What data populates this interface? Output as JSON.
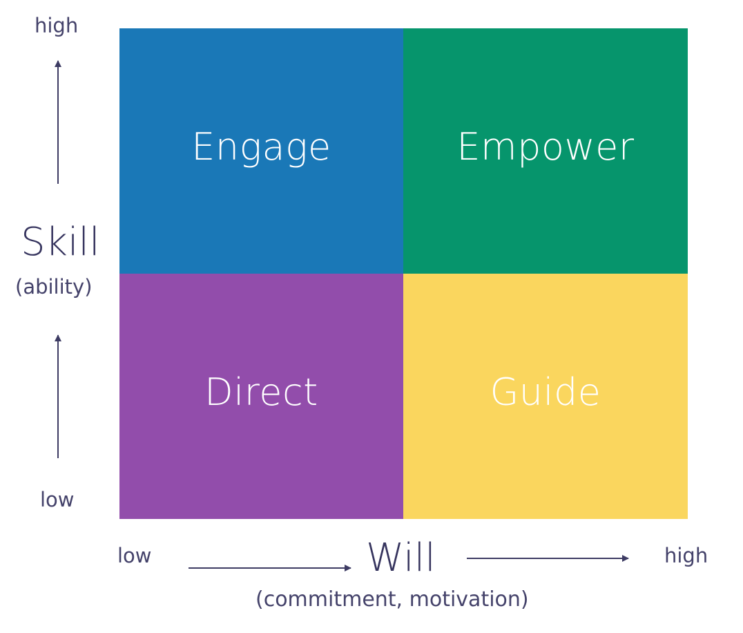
{
  "quadrants": {
    "top_left": {
      "label": "Engage",
      "color": "#1a78b7"
    },
    "top_right": {
      "label": "Empower",
      "color": "#06956c"
    },
    "bottom_left": {
      "label": "Direct",
      "color": "#924dab"
    },
    "bottom_right": {
      "label": "Guide",
      "color": "#fad65e"
    }
  },
  "y_axis": {
    "title": "Skill",
    "subtitle": "(ability)",
    "high_label": "high",
    "low_label": "low"
  },
  "x_axis": {
    "title": "Will",
    "subtitle": "(commitment, motivation)",
    "low_label": "low",
    "high_label": "high"
  },
  "colors": {
    "text": "#3d3b63",
    "arrow": "#3d3b63"
  }
}
